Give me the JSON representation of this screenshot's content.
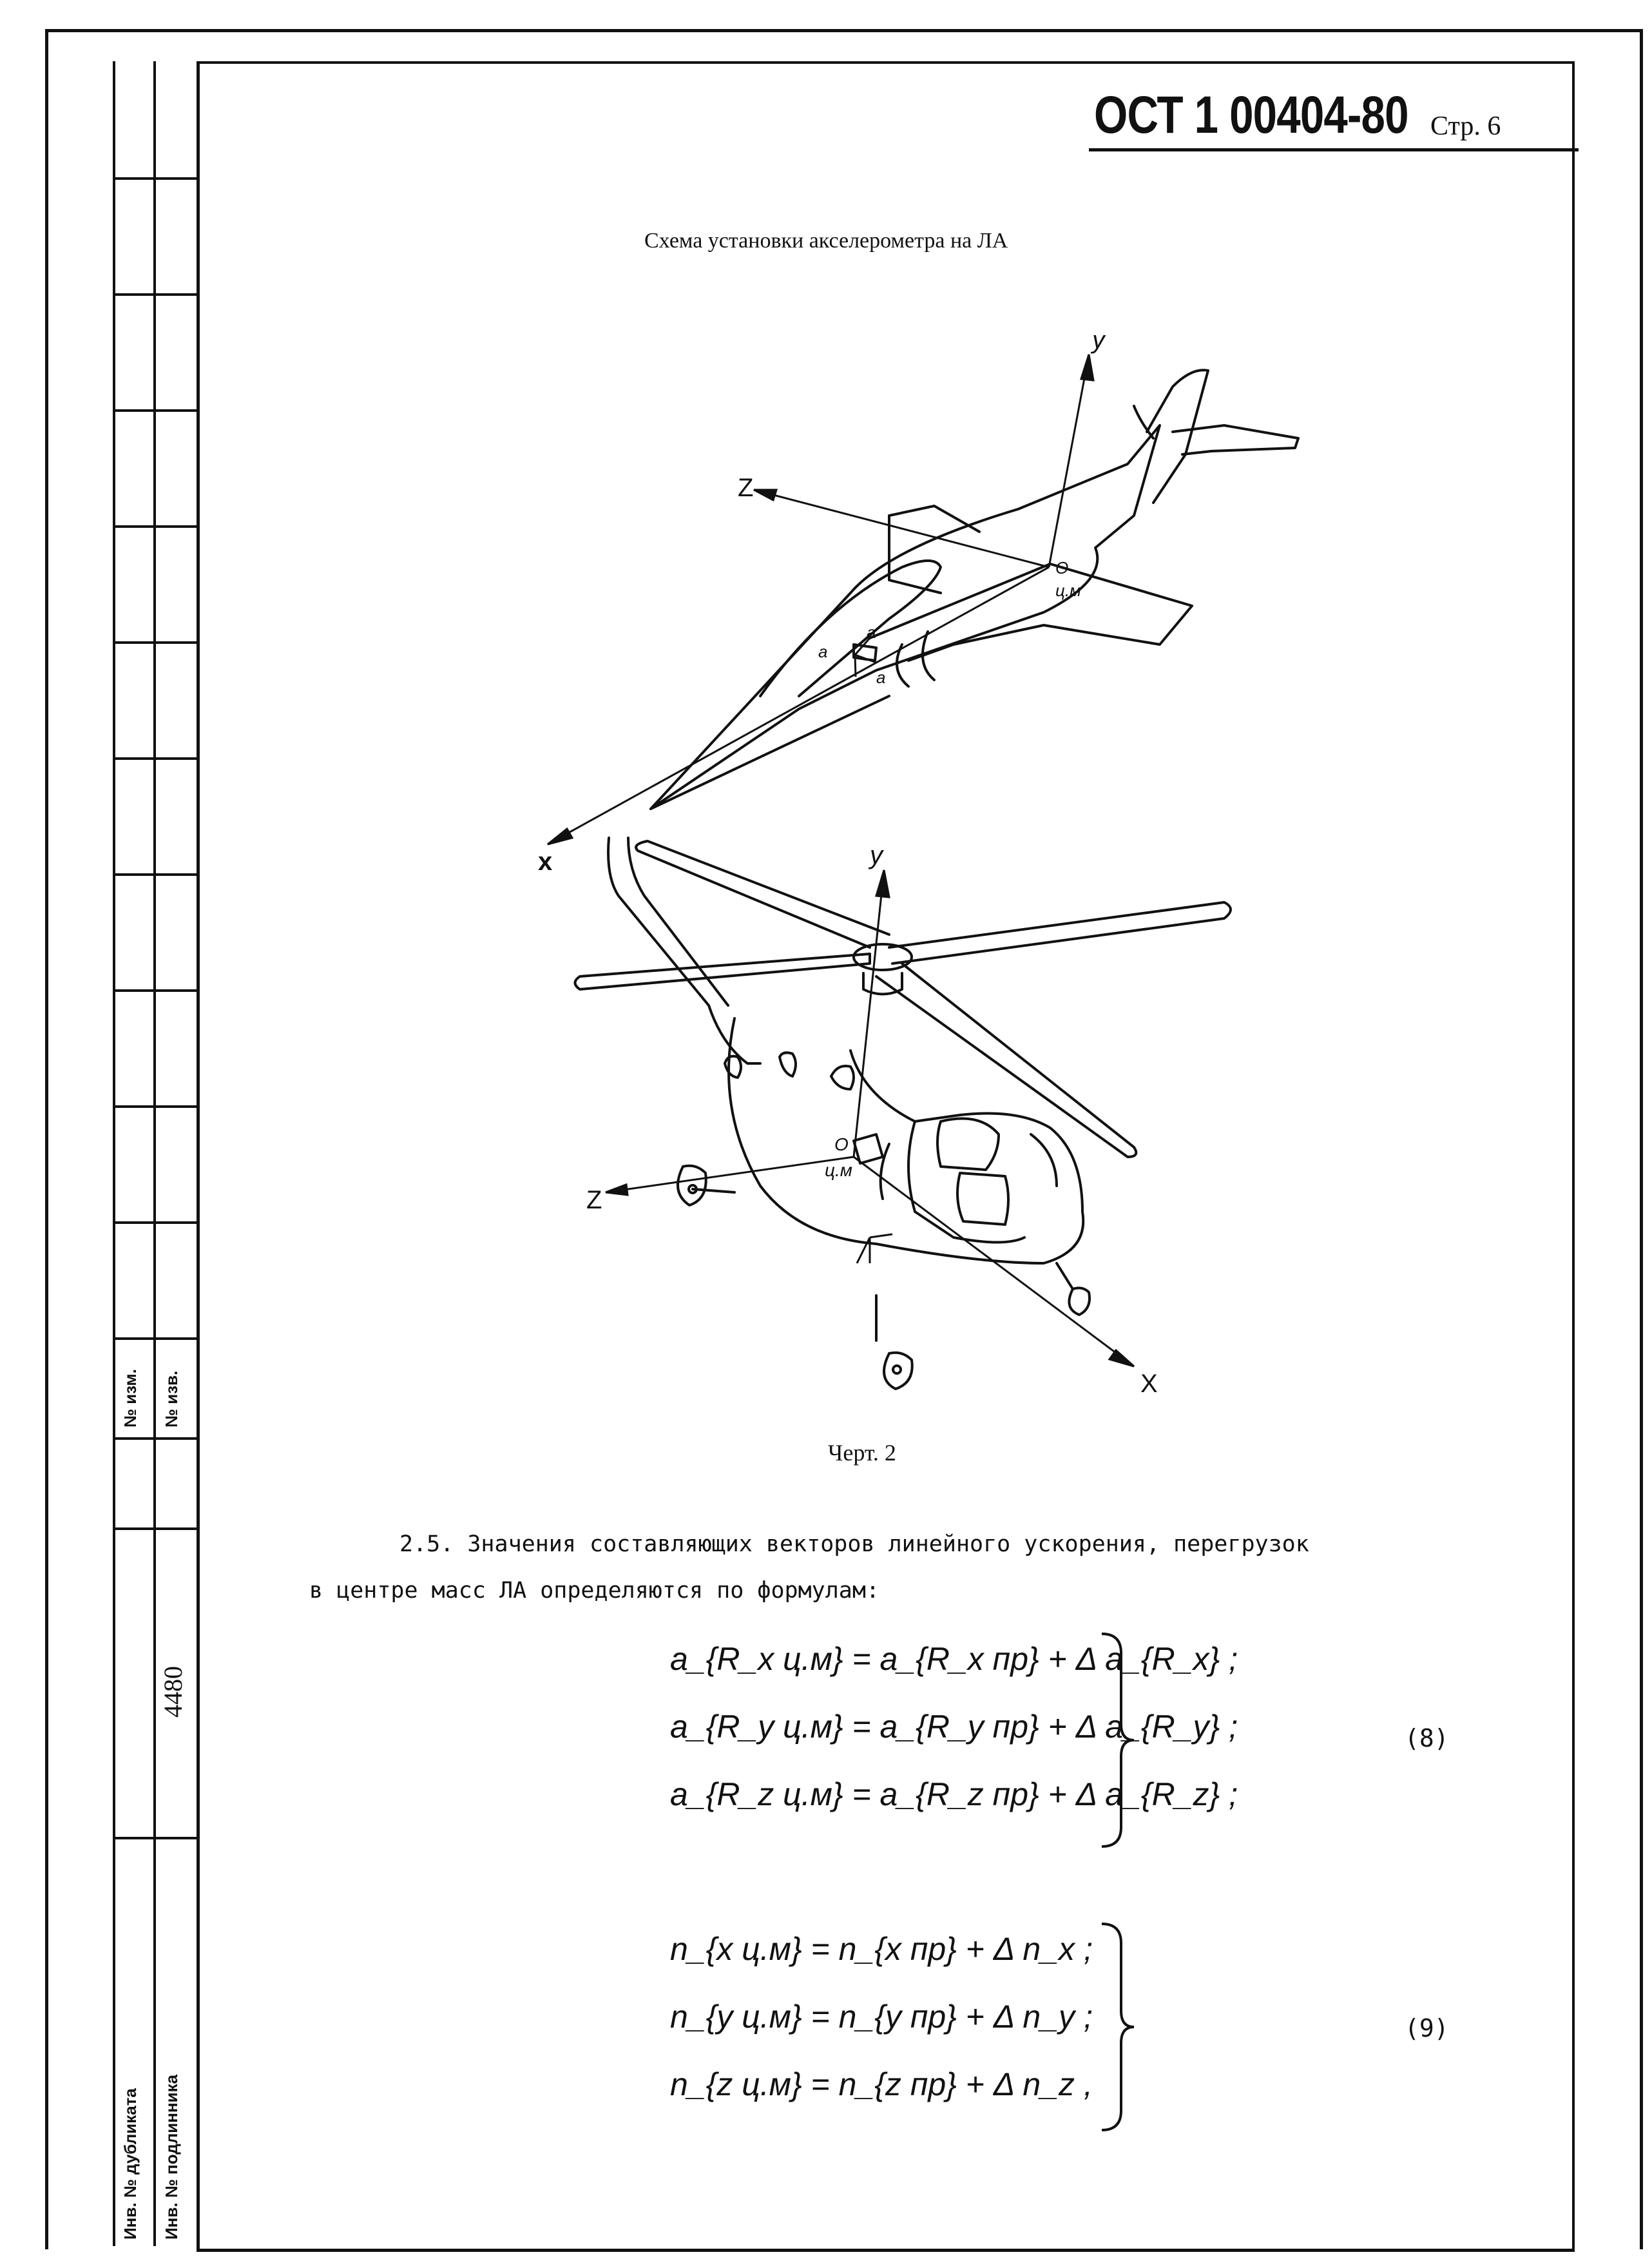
{
  "header": {
    "doc_number": "ОСТ 1 00404-80",
    "page_label": "Стр. 6"
  },
  "figure": {
    "title": "Схема установки акселерометра на ЛА",
    "caption": "Черт. 2"
  },
  "aircraft_labels": {
    "y": "y",
    "z": "Z",
    "x": "x",
    "origin": "O",
    "cm": "ц.м",
    "arx": "a",
    "ary": "a",
    "arz": "a"
  },
  "helicopter_labels": {
    "y": "y",
    "z": "Z",
    "x": "X",
    "origin": "O",
    "cm": "ц.м"
  },
  "paragraph": {
    "line1": "2.5. Значения составляющих векторов линейного ускорения, перегрузок",
    "line2": "в центре масс ЛА определяются по формулам:"
  },
  "equations_8": {
    "rows": [
      "a_{R_x ц.м} = a_{R_x пр} + Δ a_{R_x} ;",
      "a_{R_y ц.м} = a_{R_y пр} + Δ a_{R_y} ;",
      "a_{R_z ц.м} = a_{R_z пр} + Δ a_{R_z} ;"
    ],
    "number": "(8)"
  },
  "equations_9": {
    "rows": [
      "n_{x ц.м} = n_{x пр} + Δ n_x ;",
      "n_{y ц.м} = n_{y пр} + Δ n_y ;",
      "n_{z ц.м} = n_{z пр} + Δ n_z ,"
    ],
    "number": "(9)"
  },
  "side_strip": {
    "izm": "№ изм.",
    "izv": "№ изв.",
    "inv_number": "4480",
    "inv_dup": "Инв. № дубликата",
    "inv_orig": "Инв. № подлинника"
  }
}
